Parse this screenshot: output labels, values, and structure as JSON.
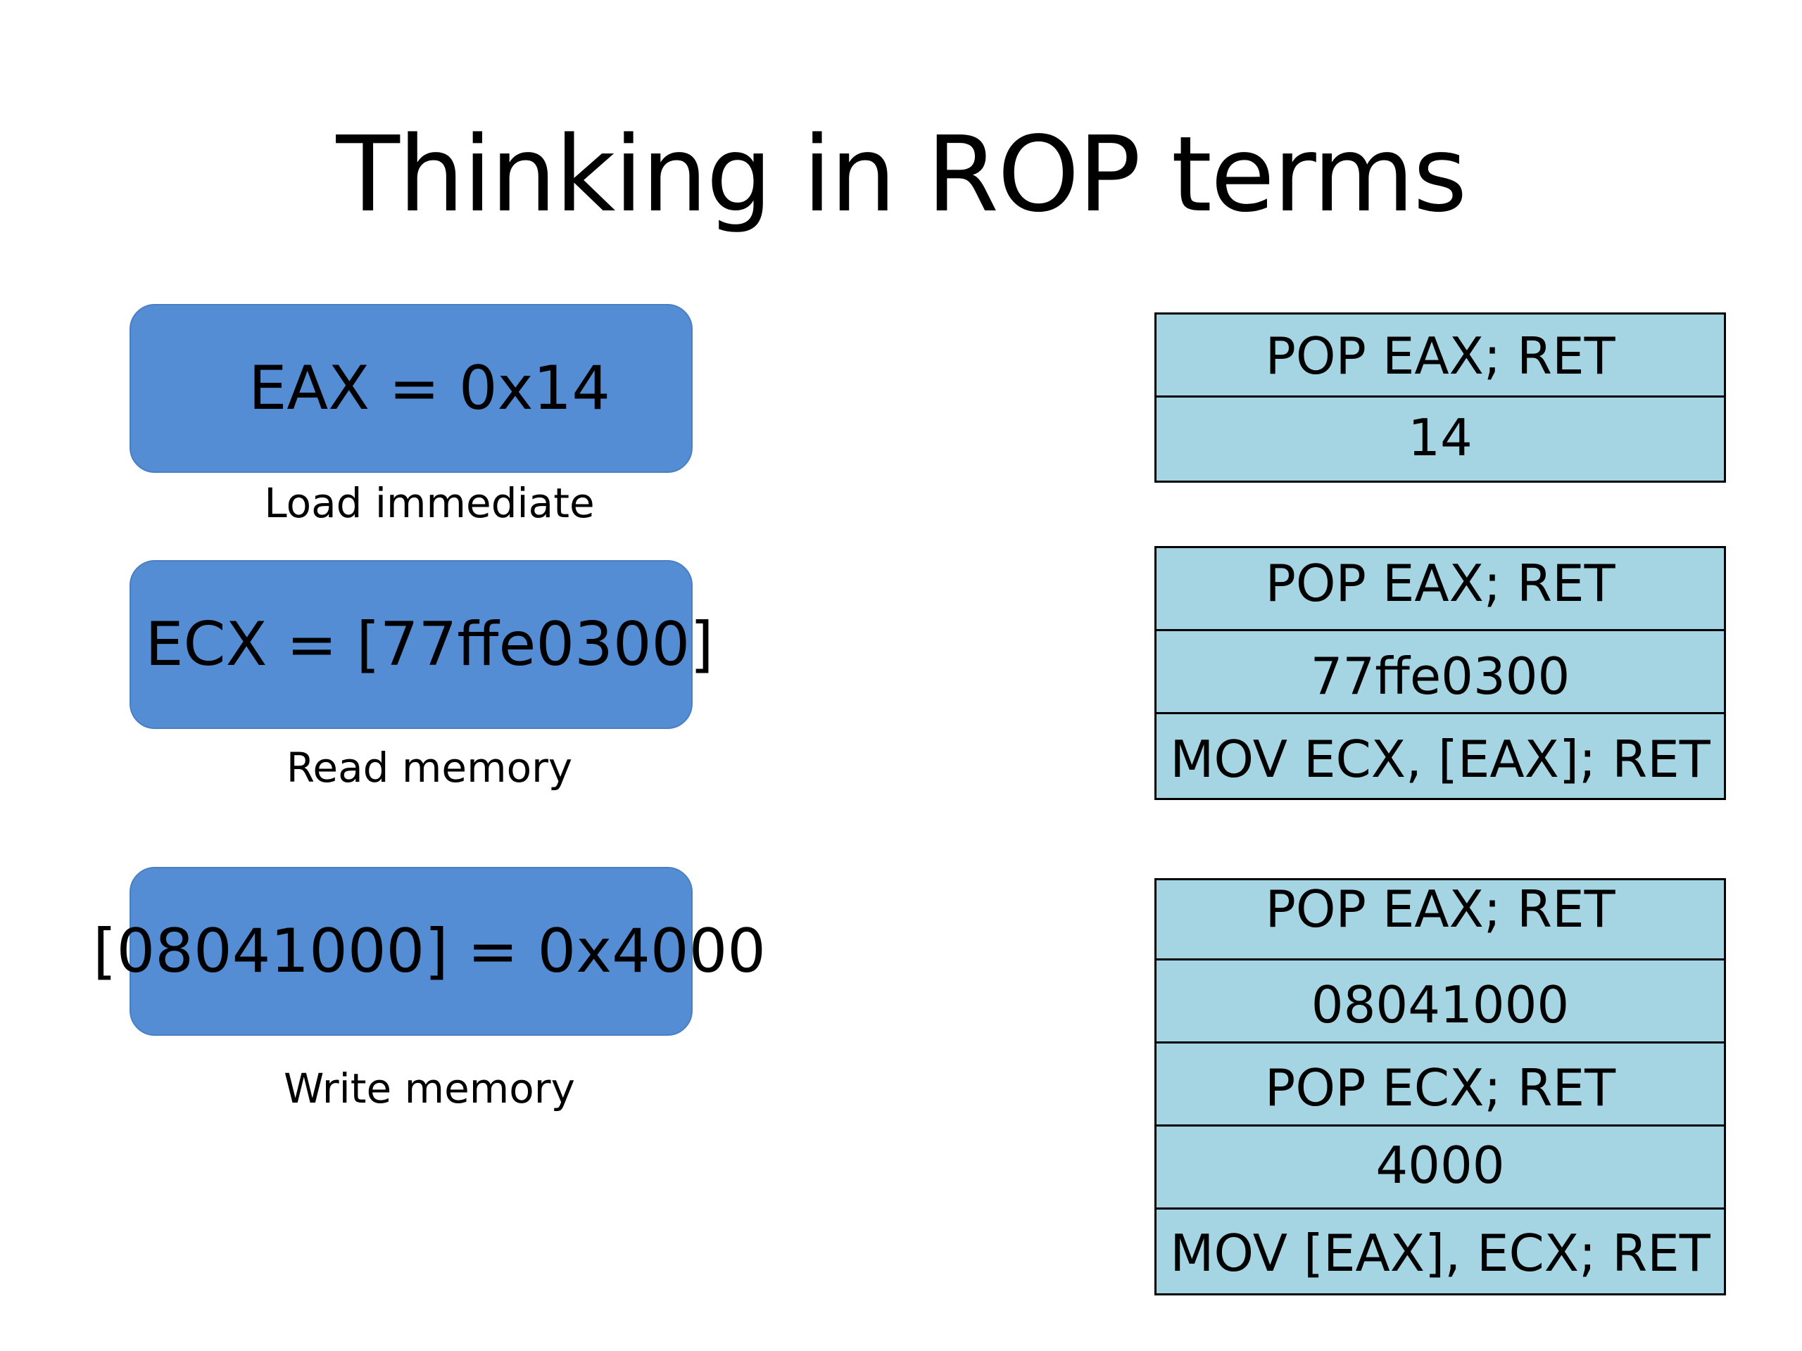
{
  "title": "Thinking in ROP terms",
  "operations": [
    {
      "expression": "EAX = 0x14",
      "caption": "Load immediate",
      "stack": [
        "POP EAX; RET",
        "14"
      ]
    },
    {
      "expression": "ECX = [77ffe0300]",
      "caption": "Read memory",
      "stack": [
        "POP EAX; RET",
        "77ffe0300",
        "MOV ECX, [EAX]; RET"
      ]
    },
    {
      "expression": "[08041000] = 0x4000",
      "caption": "Write memory",
      "stack": [
        "POP EAX; RET",
        "08041000",
        "POP ECX; RET",
        "4000",
        "MOV [EAX], ECX; RET"
      ]
    }
  ],
  "colors": {
    "operation_box": "#548dd4",
    "stack_cell": "#a5d5e2",
    "border": "#000000",
    "background": "#ffffff"
  }
}
